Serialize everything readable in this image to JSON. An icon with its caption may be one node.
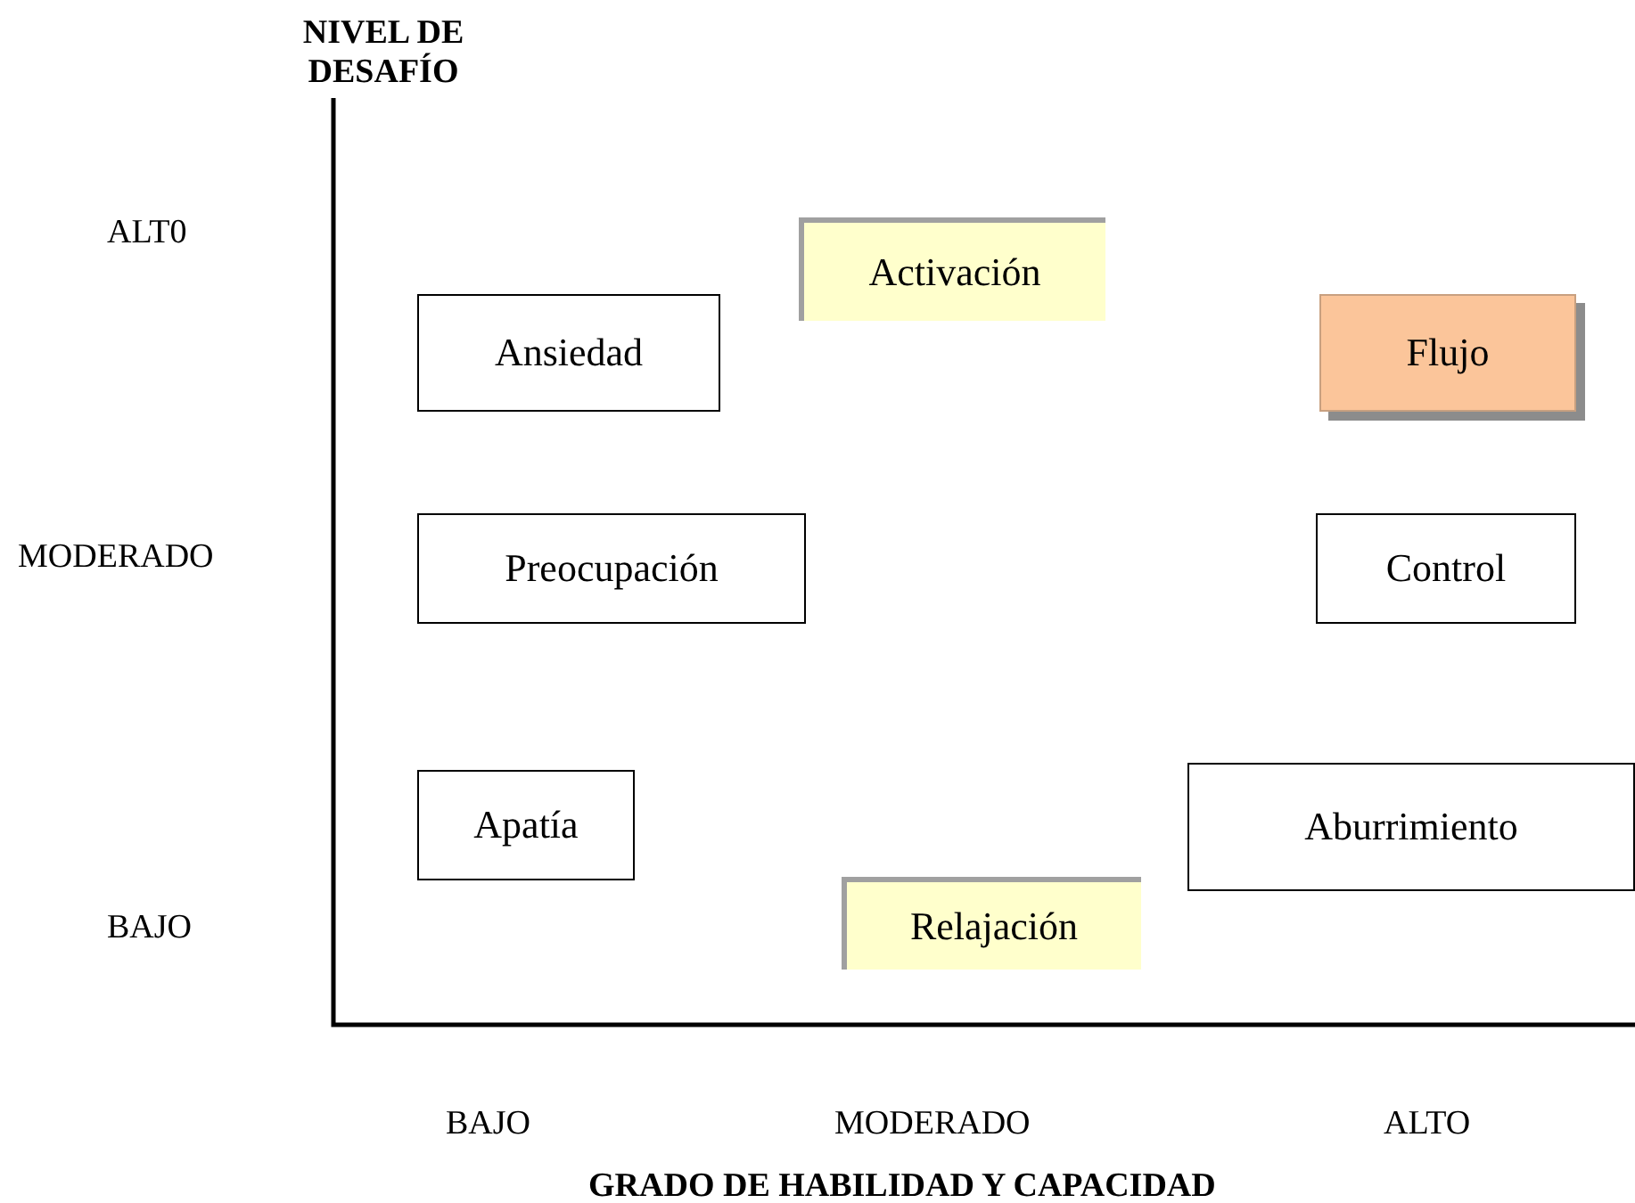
{
  "diagram": {
    "nodes": [
      {
        "text": [
          "Activación"
        ]
      },
      {
        "text": [
          "Ansiedad"
        ]
      },
      {
        "text": [
          "Flujo"
        ]
      },
      {
        "text": [
          "Preocupación"
        ]
      },
      {
        "text": [
          "Control"
        ]
      },
      {
        "text": [
          "Apatía"
        ]
      },
      {
        "text": [
          "Aburrimiento"
        ]
      },
      {
        "text": [
          "Relajación"
        ]
      }
    ],
    "edges": [],
    "labels": [
      "NIVEL DE DESAFÍO",
      "ALT0",
      "MODERADO",
      "BAJO",
      "BAJO",
      "MODERADO",
      "ALTO",
      "GRADO DE HABILIDAD Y CAPACIDAD"
    ]
  }
}
